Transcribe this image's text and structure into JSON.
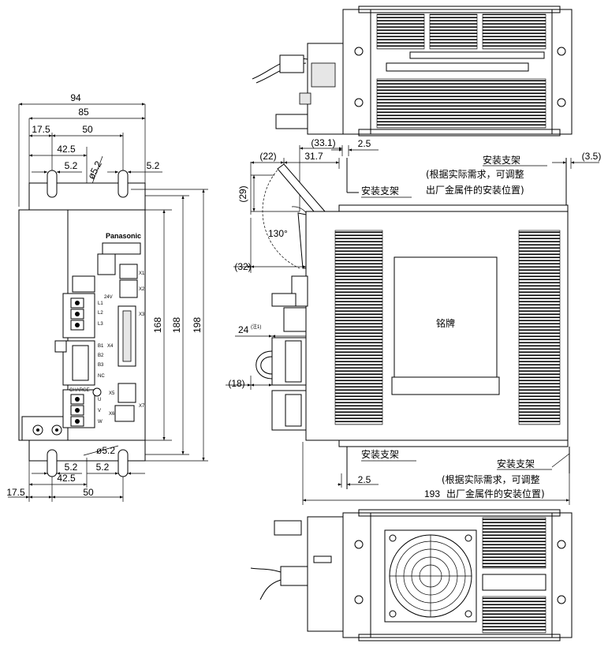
{
  "front_view": {
    "dims": {
      "width_total": "94",
      "width_inner": "85",
      "top_17_5": "17.5",
      "top_50": "50",
      "top_42_5": "42.5",
      "top_5_2_left": "5.2",
      "top_5_2_right": "5.2",
      "top_phi": "ø5.2",
      "h_168": "168",
      "h_188": "188",
      "h_198": "198",
      "bot_phi": "ø5.2",
      "bot_5_2_left": "5.2",
      "bot_5_2_right": "5.2",
      "bot_42_5": "42.5",
      "bot_17_5": "17.5",
      "bot_50": "50"
    },
    "brand": "Panasonic",
    "labels": {
      "l1": "L1",
      "l2": "L2",
      "l3": "L3",
      "b1": "B1",
      "b2": "B2",
      "b3": "B3",
      "nc": "NC",
      "u": "U",
      "v": "V",
      "w": "W",
      "x1": "X1",
      "x2": "X2",
      "x3": "X3",
      "x4": "X4",
      "x5": "X5",
      "x6": "X6",
      "v24": "24V",
      "x7": "X7",
      "charge": "CHARGE"
    }
  },
  "side_view": {
    "dims": {
      "d_33_1": "(33.1)",
      "d_2_5_top": "2.5",
      "d_22": "(22)",
      "d_31_7": "31.7",
      "d_29": "(29)",
      "d_130": "130°",
      "d_32": "(32)",
      "d_24": "24",
      "note1": "(注1)",
      "d_18": "(18)",
      "d_3_5": "(3.5)",
      "d_2_5_bottom": "2.5",
      "d_193": "193"
    },
    "bracket_top_label": "安装支架",
    "bracket_top_right": {
      "title": "安装支架",
      "line1": "(根据实际需求，可调整",
      "line2": "出厂金属件的安装位置)"
    },
    "bracket_bottom_label": "安装支架",
    "bracket_bottom_right": {
      "title": "安装支架",
      "line1": "(根据实际需求，可调整",
      "line2": "出厂金属件的安装位置)"
    },
    "nameplate": "铭牌"
  }
}
